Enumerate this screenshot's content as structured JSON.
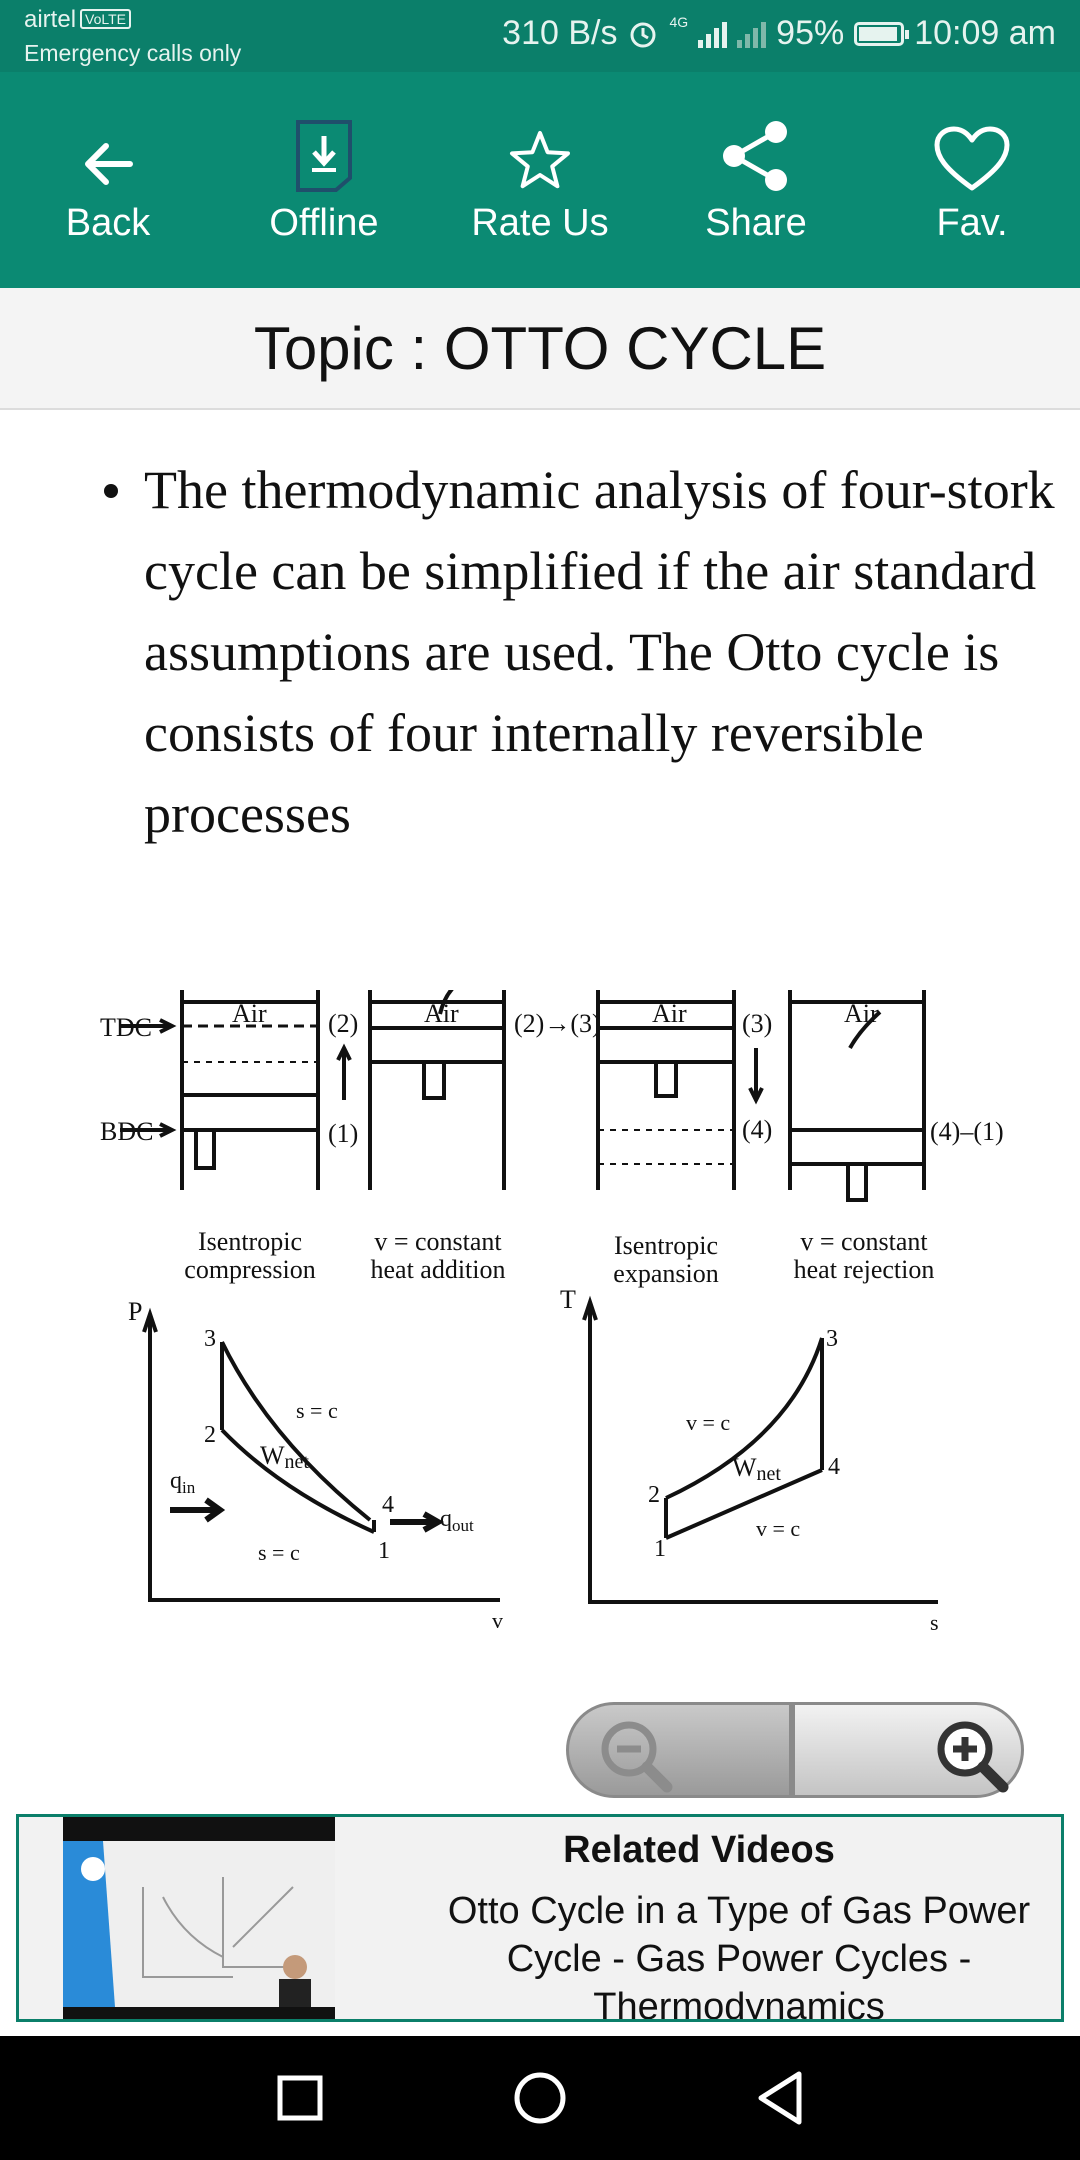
{
  "status_bar": {
    "carrier": "airtel",
    "volte": "VoLTE",
    "emergency": "Emergency calls only",
    "speed": "310 B/s",
    "network": "4G",
    "battery_percent": "95%",
    "battery_level": 0.95,
    "time": "10:09 am"
  },
  "toolbar": {
    "back_label": "Back",
    "offline_label": "Offline",
    "rate_label": "Rate Us",
    "share_label": "Share",
    "fav_label": "Fav."
  },
  "topic": {
    "title": "Topic : OTTO CYCLE"
  },
  "content": {
    "paragraph": "The thermodynamic analysis of four-stork cycle can be simplified if the air standard assumptions are used. The Otto cycle is consists of four internally reversible processes"
  },
  "diagram": {
    "tdc": "TDC",
    "bdc": "BDC",
    "air": "Air",
    "q_in": "q",
    "q_in_sub": "in",
    "q_out": "q",
    "q_out_sub": "out",
    "state_2": "(2)",
    "state_1": "(1)",
    "state_2_3": "(2)→(3)",
    "state_3": "(3)",
    "state_4": "(4)",
    "state_4_1": "(4)–(1)",
    "proc1_a": "Isentropic",
    "proc1_b": "compression",
    "proc2_a": "v = constant",
    "proc2_b": "heat addition",
    "proc3_a": "Isentropic",
    "proc3_b": "expansion",
    "proc4_a": "v = constant",
    "proc4_b": "heat rejection",
    "pv_y": "P",
    "pv_x": "v",
    "ts_y": "T",
    "ts_x": "s",
    "pt1": "1",
    "pt2": "2",
    "pt3": "3",
    "pt4": "4",
    "s_c": "s = c",
    "v_c": "v = c",
    "w": "W",
    "w_sub": "net"
  },
  "related": {
    "heading": "Related Videos",
    "description": "Otto Cycle in a Type of Gas Power Cycle - Gas Power Cycles - Thermodynamics"
  },
  "colors": {
    "status_bar": "#0b7f6a",
    "toolbar": "#0b8a73",
    "related_border": "#0b7f6a"
  }
}
